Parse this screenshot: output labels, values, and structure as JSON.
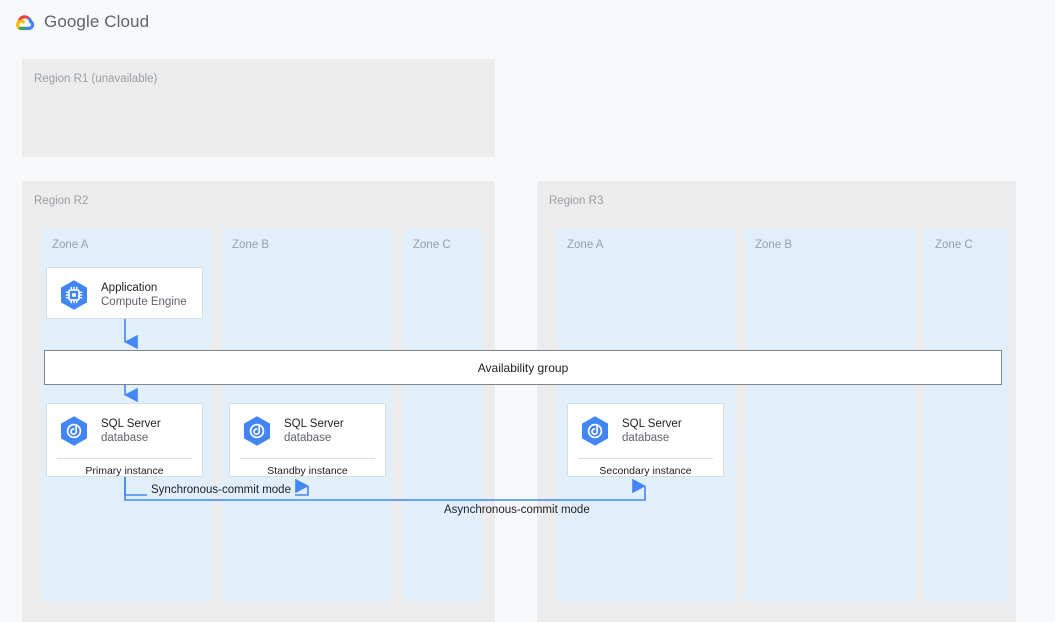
{
  "header": {
    "brand": "Google Cloud",
    "logo_icon": "google-cloud-logo-icon",
    "logo_colors": {
      "red": "#ea4335",
      "blue": "#4285f4",
      "yellow": "#fbbc04",
      "green": "#34a853"
    }
  },
  "colors": {
    "page_background": "#f8f9fa",
    "region_fill": "#ececec",
    "zone_fill": "#e1effb",
    "card_border": "#dadce0",
    "bar_border": "#80868b",
    "connector": "#4285f4",
    "icon_blue": "#4285f4",
    "muted_text": "#9aa0a6",
    "body_text": "#202124"
  },
  "diagram": {
    "regions": [
      {
        "id": "r1",
        "label": "Region R1 (unavailable)",
        "zones": []
      },
      {
        "id": "r2",
        "label": "Region R2",
        "zones": [
          {
            "id": "r2a",
            "label": "Zone A"
          },
          {
            "id": "r2b",
            "label": "Zone B"
          },
          {
            "id": "r2c",
            "label": "Zone C"
          }
        ]
      },
      {
        "id": "r3",
        "label": "Region R3",
        "zones": [
          {
            "id": "r3a",
            "label": "Zone A"
          },
          {
            "id": "r3b",
            "label": "Zone B"
          },
          {
            "id": "r3c",
            "label": "Zone C"
          }
        ]
      }
    ],
    "availability_group": {
      "label": "Availability group"
    },
    "nodes": [
      {
        "id": "application",
        "title": "Application",
        "subtitle": "Compute Engine",
        "icon": "compute-engine-icon",
        "footer": null
      },
      {
        "id": "db-primary",
        "title": "SQL Server",
        "subtitle": "database",
        "icon": "sql-server-database-icon",
        "footer": "Primary instance"
      },
      {
        "id": "db-standby",
        "title": "SQL Server",
        "subtitle": "database",
        "icon": "sql-server-database-icon",
        "footer": "Standby instance"
      },
      {
        "id": "db-secondary",
        "title": "SQL Server",
        "subtitle": "database",
        "icon": "sql-server-database-icon",
        "footer": "Secondary instance"
      }
    ],
    "connections": [
      {
        "id": "sync",
        "label": "Synchronous-commit mode",
        "from": "db-primary",
        "to": "db-standby"
      },
      {
        "id": "async",
        "label": "Asynchronous-commit mode",
        "from": "db-primary",
        "to": "db-secondary"
      }
    ]
  }
}
